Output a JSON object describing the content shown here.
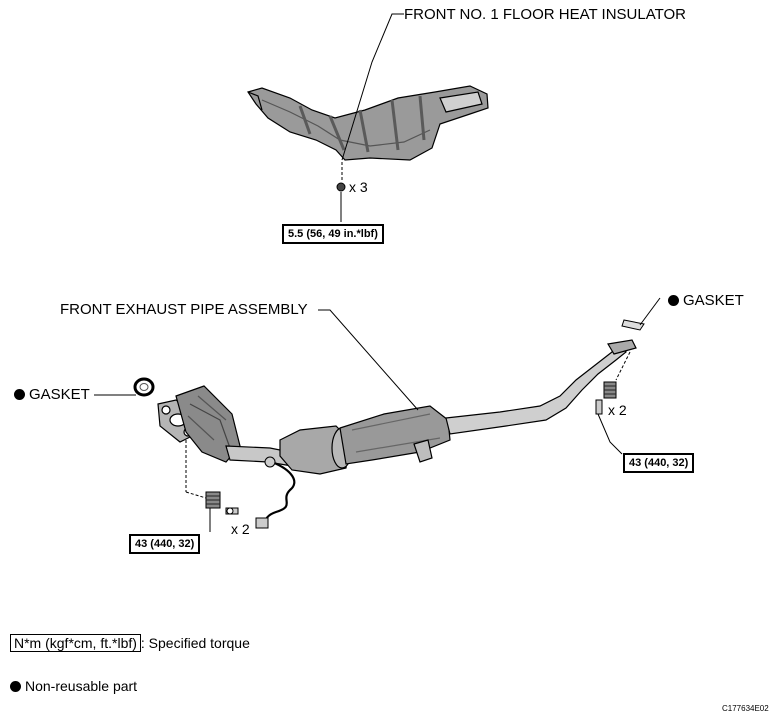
{
  "labels": {
    "heat_insulator": "FRONT NO. 1 FLOOR HEAT INSULATOR",
    "exhaust_pipe": "FRONT EXHAUST PIPE ASSEMBLY",
    "gasket_left": "GASKET",
    "gasket_right": "GASKET"
  },
  "torques": {
    "insulator_bolts": "5.5 (56, 49 in.*lbf)",
    "front_bolts": "43 (440, 32)",
    "rear_bolts": "43 (440, 32)"
  },
  "quantities": {
    "insulator": "x 3",
    "front": "x 2",
    "rear": "x 2"
  },
  "legend": {
    "torque_unit": "N*m (kgf*cm, ft.*lbf)",
    "torque_desc": ": Specified torque",
    "non_reusable": "Non-reusable part"
  },
  "figure_code": "C177634E02"
}
